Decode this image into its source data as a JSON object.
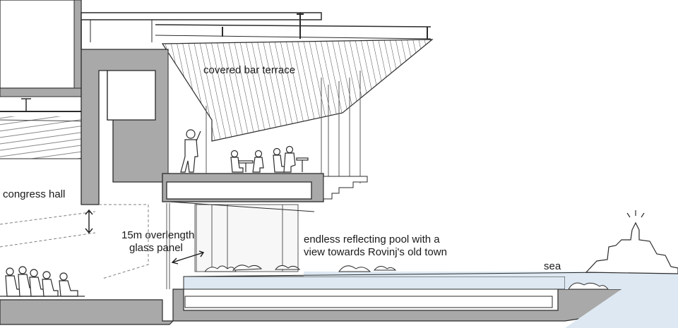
{
  "labels": {
    "covered_bar_terrace": "covered bar terrace",
    "congress_hall": "congress hall",
    "glass_panel_line1": "15m overlength",
    "glass_panel_line2": "glass panel",
    "pool_line1": "endless reflecting pool with a",
    "pool_line2": "view towards Rovinj's old town",
    "sea": "sea"
  },
  "colors": {
    "wall_fill": "#a9a9a9",
    "line": "#2b2b2b",
    "water": "#dde8f2",
    "dashed": "#808080"
  }
}
